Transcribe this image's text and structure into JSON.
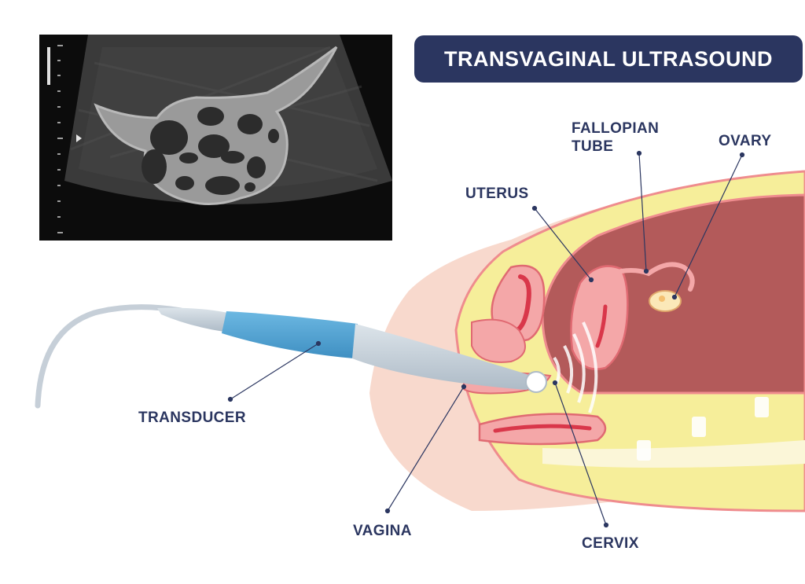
{
  "title": "TRANSVAGINAL ULTRASOUND",
  "labels": {
    "fallopian_line1": "FALLOPIAN",
    "fallopian_line2": "TUBE",
    "ovary": "OVARY",
    "uterus": "UTERUS",
    "transducer": "TRANSDUCER",
    "vagina": "VAGINA",
    "cervix": "CERVIX"
  },
  "colors": {
    "title_bg": "#2b3660",
    "label_text": "#2b3660",
    "skin": "#f8d9cd",
    "fat": "#f6ee9a",
    "cavity": "#b35a5a",
    "tissue_pink": "#f4a7a8",
    "probe_blue": "#5aaad8",
    "probe_grey": "#c9d3dc",
    "ultrasound_bg": "#0c0c0c"
  }
}
